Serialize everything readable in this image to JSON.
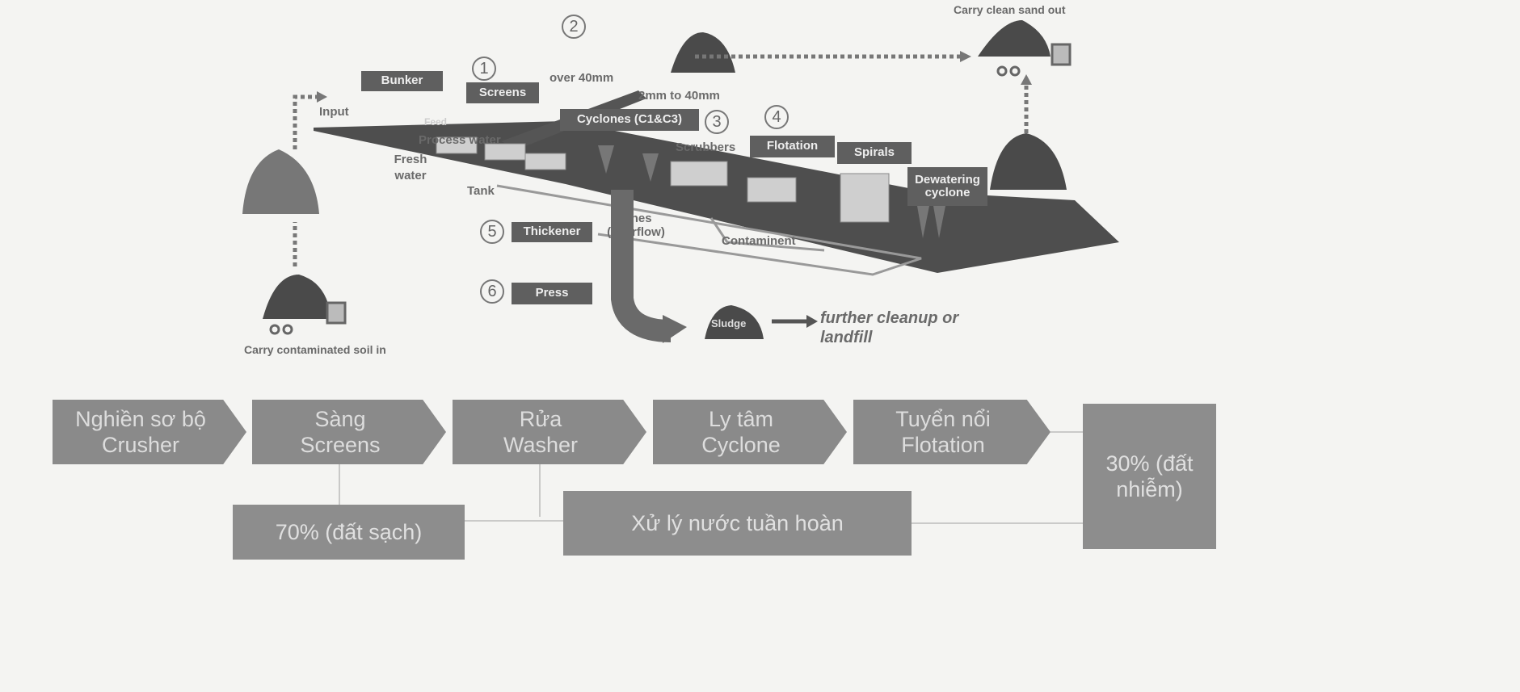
{
  "top_diagram": {
    "labels": {
      "bunker": "Bunker",
      "screens": "Screens",
      "cyclones": "Cyclones (C1&C3)",
      "flotation": "Flotation",
      "spirals": "Spirals",
      "dewatering": "Dewatering cyclone",
      "thickener": "Thickener",
      "press": "Press",
      "sludge": "Sludge"
    },
    "texts": {
      "carry_clean": "Carry clean sand out",
      "carry_contaminated": "Carry contaminated soil in",
      "over_40": "over 40mm",
      "range_2_40": "2mm to 40mm",
      "input": "Input",
      "feed": "Feed",
      "process_water": "Process water",
      "fresh_water": "Fresh water",
      "tank": "Tank",
      "scrubbers": "Scrubbers",
      "fines": "Fines (overflow)",
      "contaminent": "Contaminent",
      "further": "further cleanup or landfill"
    },
    "numbers": [
      "1",
      "2",
      "3",
      "4",
      "5",
      "6"
    ]
  },
  "flow": {
    "steps": [
      {
        "vi": "Nghiền sơ bộ",
        "en": "Crusher"
      },
      {
        "vi": "Sàng",
        "en": "Screens"
      },
      {
        "vi": "Rửa",
        "en": "Washer"
      },
      {
        "vi": "Ly tâm",
        "en": "Cyclone"
      },
      {
        "vi": "Tuyển nổi",
        "en": "Flotation"
      }
    ],
    "clean_soil": "70% (đất sạch)",
    "water_treatment": "Xử lý nước tuần hoàn",
    "contaminated": "30% (đất nhiễm)"
  },
  "colors": {
    "dark": "#5f5f5f",
    "box": "#8a8a8a",
    "bg": "#f4f4f2"
  }
}
